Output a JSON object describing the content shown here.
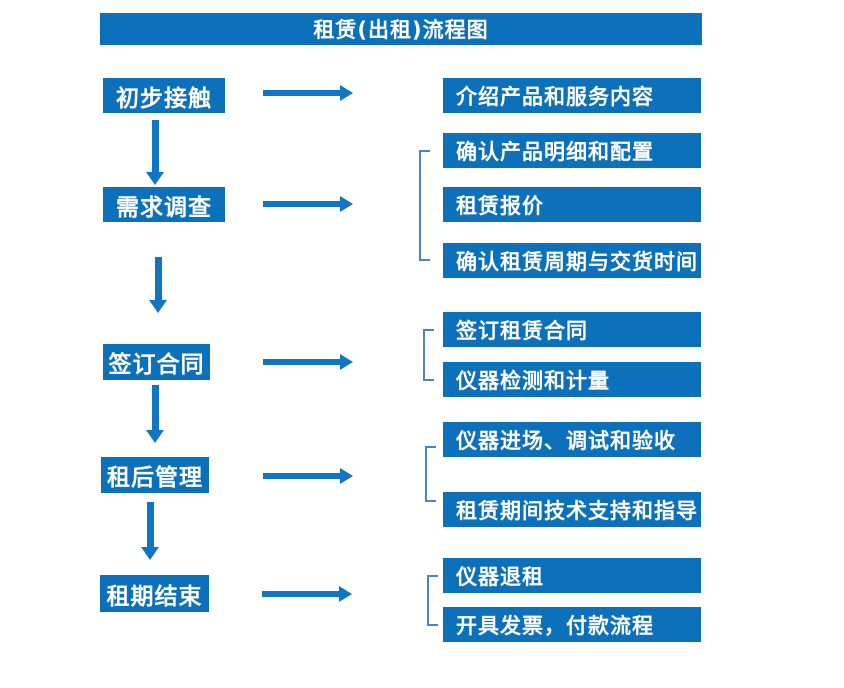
{
  "title": "租赁(出租)流程图",
  "flow": [
    {
      "step": "初步接触",
      "details": [
        "介绍产品和服务内容"
      ]
    },
    {
      "step": "需求调查",
      "details": [
        "确认产品明细和配置",
        "租赁报价",
        "确认租赁周期与交货时间"
      ]
    },
    {
      "step": "签订合同",
      "details": [
        "签订租赁合同",
        "仪器检测和计量"
      ]
    },
    {
      "step": "租后管理",
      "details": [
        "仪器进场、调试和验收",
        "租赁期间技术支持和指导"
      ]
    },
    {
      "step": "租期结束",
      "details": [
        "仪器退租",
        "开具发票，付款流程"
      ]
    }
  ],
  "colors": {
    "box_blue": "#0d70ba",
    "arrow_blue": "#1175c5",
    "bracket_blue": "#4f81c7",
    "text": "#ffffff"
  }
}
